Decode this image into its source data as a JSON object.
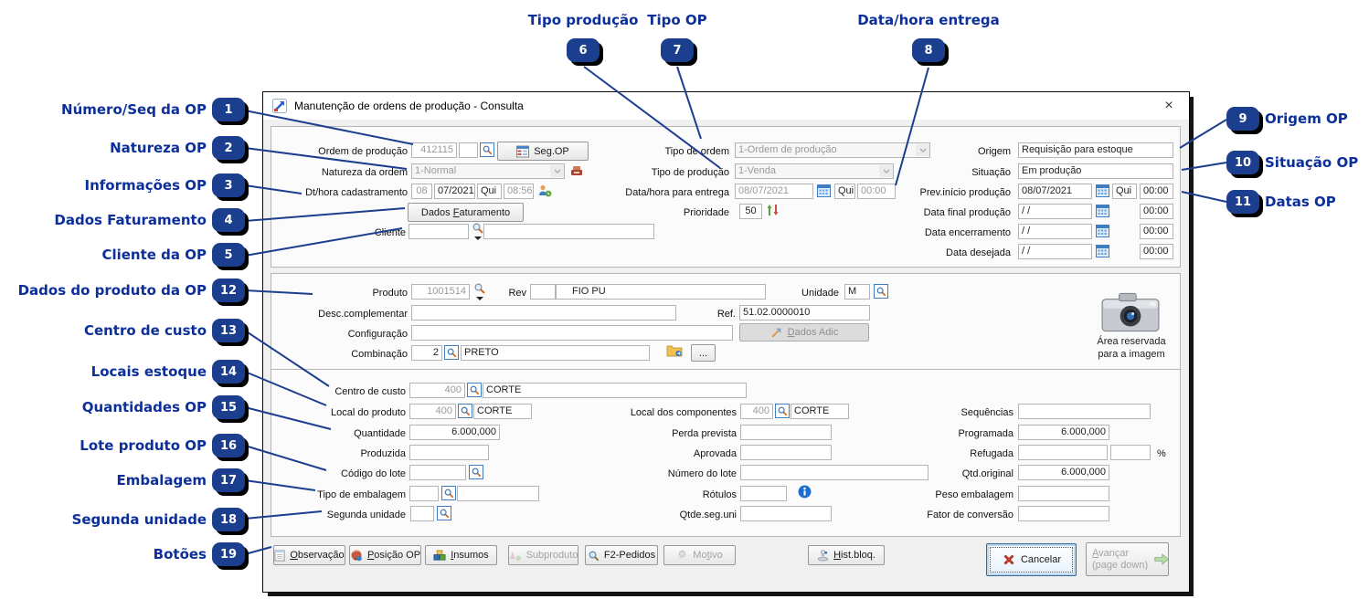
{
  "annotations": {
    "left": [
      {
        "num": "1",
        "label": "Número/Seq da OP"
      },
      {
        "num": "2",
        "label": "Natureza OP"
      },
      {
        "num": "3",
        "label": "Informações OP"
      },
      {
        "num": "4",
        "label": "Dados Faturamento"
      },
      {
        "num": "5",
        "label": "Cliente da OP"
      },
      {
        "num": "12",
        "label": "Dados do produto da OP"
      },
      {
        "num": "13",
        "label": "Centro de custo"
      },
      {
        "num": "14",
        "label": "Locais estoque"
      },
      {
        "num": "15",
        "label": "Quantidades OP"
      },
      {
        "num": "16",
        "label": "Lote produto OP"
      },
      {
        "num": "17",
        "label": "Embalagem"
      },
      {
        "num": "18",
        "label": "Segunda unidade"
      },
      {
        "num": "19",
        "label": "Botões"
      }
    ],
    "top": [
      {
        "num": "6",
        "label": "Tipo produção"
      },
      {
        "num": "7",
        "label": "Tipo OP"
      },
      {
        "num": "8",
        "label": "Data/hora entrega"
      }
    ],
    "right": [
      {
        "num": "9",
        "label": "Origem OP"
      },
      {
        "num": "10",
        "label": "Situação OP"
      },
      {
        "num": "11",
        "label": "Datas OP"
      }
    ]
  },
  "window": {
    "title": "Manutenção de ordens de produção - Consulta",
    "close": "×"
  },
  "order": {
    "ordem_label": "Ordem de produção",
    "ordem_value": "412115",
    "seq_value": "",
    "seg_op": {
      "pre": "Se",
      "key": "g",
      "post": ".OP"
    },
    "natureza_label": "Natureza da ordem",
    "natureza_value": "1-Normal",
    "dt_label": "Dt/hora cadastramento",
    "dt_day": "08",
    "dt_monthyear": "07/2021",
    "dt_weekday": "Qui",
    "dt_time": "08:56",
    "dados_faturamento": {
      "pre": "Dados ",
      "key": "F",
      "post": "aturamento"
    },
    "cliente_label": "Cliente",
    "cliente_code": "",
    "cliente_name": "",
    "tipo_ordem_label": "Tipo de ordem",
    "tipo_ordem_value": "1-Ordem de produção",
    "tipo_producao_label": "Tipo de produção",
    "tipo_producao_value": "1-Venda",
    "entrega_label": "Data/hora para entrega",
    "entrega_date": "08/07/2021",
    "entrega_weekday": "Qui",
    "entrega_time": "00:00",
    "prioridade_label": "Prioridade",
    "prioridade_value": "50",
    "origem_label": "Origem",
    "origem_value": "Requisição para estoque",
    "situacao_label": "Situação",
    "situacao_value": "Em produção",
    "prev_label": "Prev.início produção",
    "prev_date": "08/07/2021",
    "prev_weekday": "Qui",
    "prev_time": "00:00",
    "final_label": "Data final produção",
    "final_date": "/ /",
    "final_time": "00:00",
    "encerramento_label": "Data encerramento",
    "encerramento_date": "/ /",
    "encerramento_time": "00:00",
    "desejada_label": "Data desejada",
    "desejada_date": "/ /",
    "desejada_time": "00:00"
  },
  "product": {
    "produto_label": "Produto",
    "produto_value": "1001514",
    "rev_label": "Rev",
    "rev_value": "",
    "produto_desc": "FIO PU",
    "unidade_label": "Unidade",
    "unidade_value": "M",
    "desc_complementar_label": "Desc.complementar",
    "desc_complementar_value": "",
    "ref_label": "Ref.",
    "ref_value": "51.02.0000010",
    "configuracao_label": "Configuração",
    "configuracao_value": "",
    "combinacao_label": "Combinação",
    "combinacao_value": "2",
    "combinacao_desc": "PRETO",
    "dots": "...",
    "dados_adic": {
      "pre": "",
      "key": "D",
      "post": "ados Adic"
    },
    "img_line1": "Área reservada",
    "img_line2": "para a imagem"
  },
  "qty": {
    "centro_label": "Centro de custo",
    "centro_value": "400",
    "centro_desc": "CORTE",
    "local_label": "Local do produto",
    "local_value": "400",
    "local_desc": "CORTE",
    "localcomp_label": "Local dos componentes",
    "localcomp_value": "400",
    "localcomp_desc": "CORTE",
    "sequencias_label": "Sequências",
    "sequencias_value": "",
    "quantidade_label": "Quantidade",
    "quantidade_value": "6.000,000",
    "perda_label": "Perda prevista",
    "perda_value": "",
    "programada_label": "Programada",
    "programada_value": "6.000,000",
    "produzida_label": "Produzida",
    "produzida_value": "",
    "aprovada_label": "Aprovada",
    "aprovada_value": "",
    "refugada_label": "Refugada",
    "refugada_value": "",
    "refugada_pct": "",
    "pct": "%",
    "lote_label": "Código do lote",
    "lote_value": "",
    "numlote_label": "Número do lote",
    "numlote_value": "",
    "qtdorig_label": "Qtd.original",
    "qtdorig_value": "6.000,000",
    "embalagem_label": "Tipo de embalagem",
    "embalagem_value": "",
    "embalagem_desc": "",
    "rotulos_label": "Rótulos",
    "rotulos_value": "",
    "peso_label": "Peso embalagem",
    "peso_value": "",
    "segunda_label": "Segunda unidade",
    "segunda_value": "",
    "qtdeseg_label": "Qtde.seg.uni",
    "qtdeseg_value": "",
    "fator_label": "Fator de conversão",
    "fator_value": ""
  },
  "footer": {
    "observacao": {
      "pre": "",
      "key": "O",
      "post": "bservação"
    },
    "posicao": {
      "pre": "",
      "key": "P",
      "post": "osição OP"
    },
    "insumos": {
      "pre": "",
      "key": "I",
      "post": "nsumos"
    },
    "subproduto": "Subproduto",
    "f2": "F2-Pedidos",
    "motivo": {
      "pre": "Mo",
      "key": "t",
      "post": "ivo"
    },
    "hist": {
      "pre": "",
      "key": "H",
      "post": "ist.bloq."
    },
    "cancelar": "Cancelar",
    "avancar": {
      "pre": "",
      "key": "A",
      "post": "vançar",
      "line2": "(page down)"
    }
  }
}
